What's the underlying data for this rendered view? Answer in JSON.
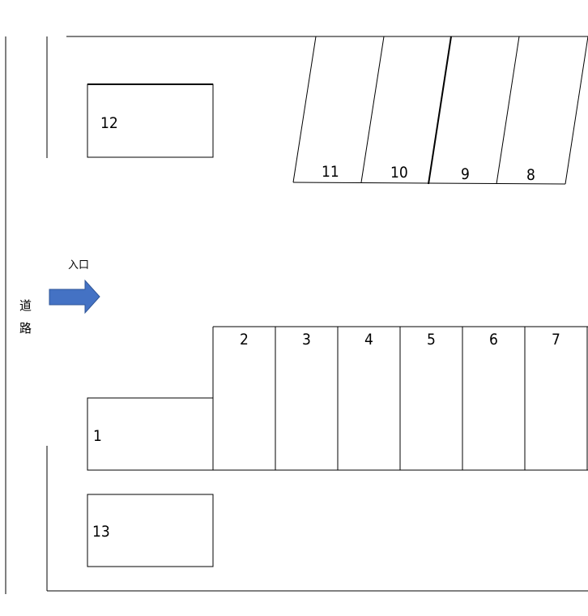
{
  "road": {
    "label": "道路"
  },
  "entrance": {
    "label": "入口",
    "arrow_color": "#4472C4",
    "arrow_border": "#2F5597"
  },
  "spaces": {
    "s1": "1",
    "s2": "2",
    "s3": "3",
    "s4": "4",
    "s5": "5",
    "s6": "6",
    "s7": "7",
    "s8": "8",
    "s9": "9",
    "s10": "10",
    "s11": "11",
    "s12": "12",
    "s13": "13"
  },
  "line_color": "#000000"
}
